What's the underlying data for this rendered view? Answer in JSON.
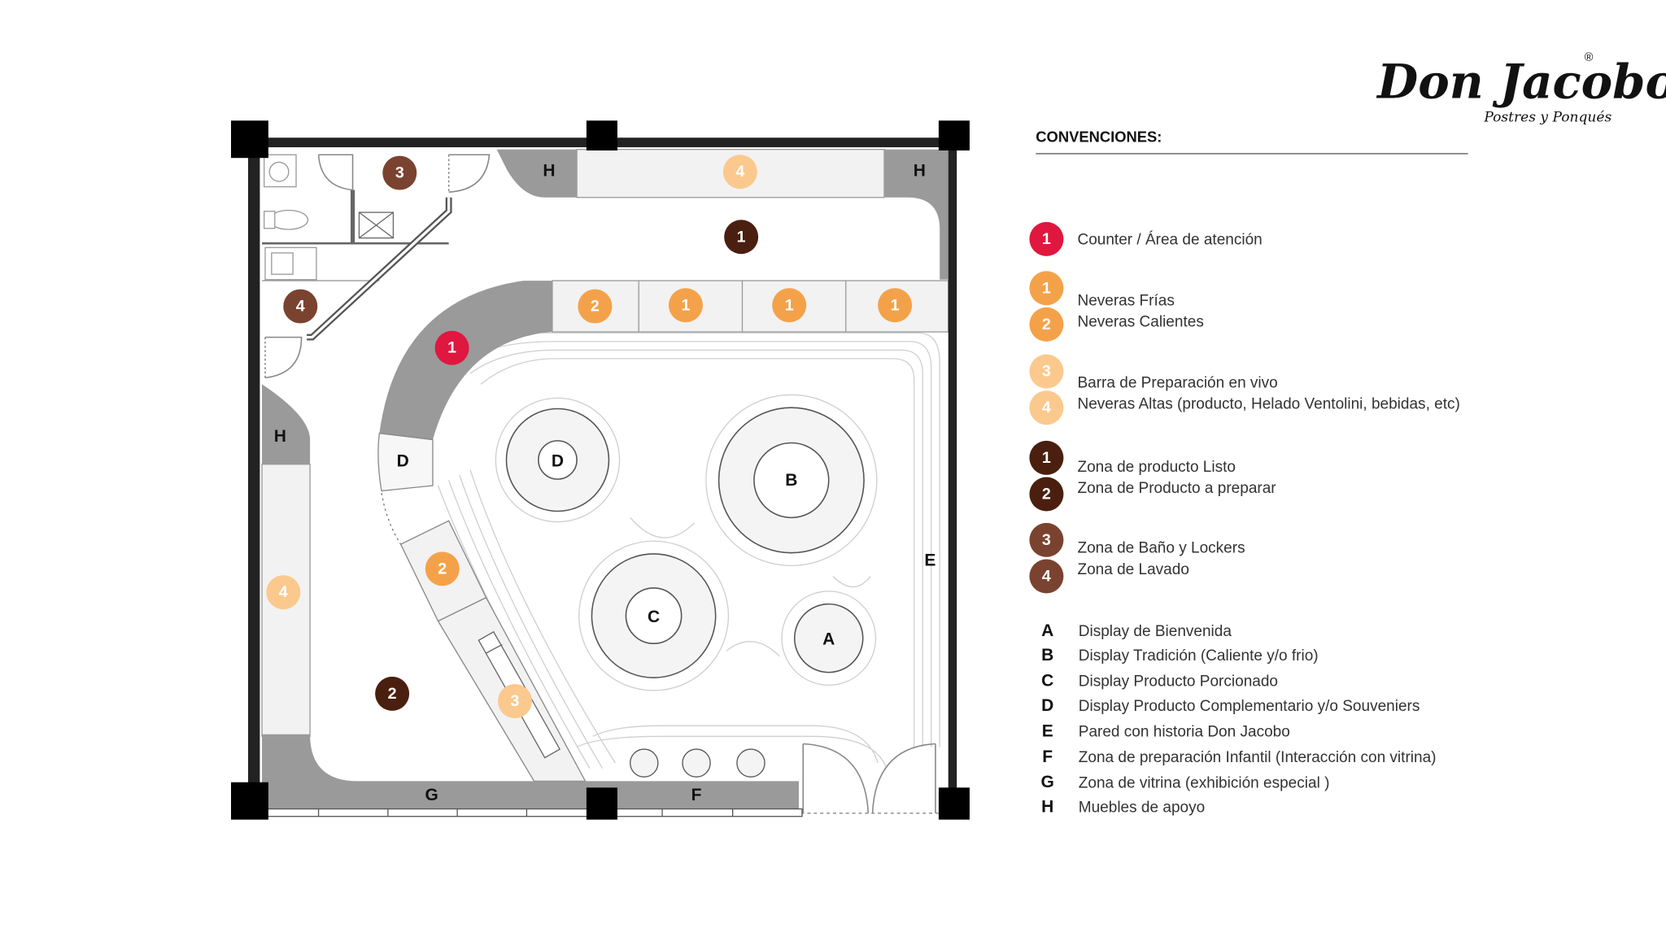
{
  "logo": {
    "brand": "Don Jacobo",
    "tagline": "Postres y Ponqués",
    "registered": "®"
  },
  "legend": {
    "title": "CONVENCIONES:",
    "numbered": [
      {
        "num": "1",
        "color": "#e0173f",
        "label": "Counter / Área de atención"
      },
      {
        "num": "1",
        "color": "#f4a24a",
        "label": "Neveras Frías"
      },
      {
        "num": "2",
        "color": "#f4a24a",
        "label": "Neveras Calientes"
      },
      {
        "num": "3",
        "color": "#fbc98e",
        "label": "Barra de Preparación en vivo"
      },
      {
        "num": "4",
        "color": "#fbc98e",
        "label": "Neveras Altas (producto, Helado Ventolini, bebidas, etc)"
      },
      {
        "num": "1",
        "color": "#4a1f0f",
        "label": "Zona de producto Listo"
      },
      {
        "num": "2",
        "color": "#4a1f0f",
        "label": "Zona de Producto a preparar"
      },
      {
        "num": "3",
        "color": "#7a4330",
        "label": "Zona de Baño y Lockers"
      },
      {
        "num": "4",
        "color": "#7a4330",
        "label": "Zona de Lavado"
      }
    ],
    "lettered": [
      {
        "letter": "A",
        "label": "Display de Bienvenida"
      },
      {
        "letter": "B",
        "label": "Display Tradición (Caliente y/o frio)"
      },
      {
        "letter": "C",
        "label": "Display Producto Porcionado"
      },
      {
        "letter": "D",
        "label": "Display Producto Complementario y/o Souveniers"
      },
      {
        "letter": "E",
        "label": "Pared con historia Don Jacobo"
      },
      {
        "letter": "F",
        "label": "Zona de preparación Infantil (Interacción con vitrina)"
      },
      {
        "letter": "G",
        "label": "Zona de vitrina (exhibición especial )"
      },
      {
        "letter": "H",
        "label": "Muebles de apoyo"
      }
    ]
  },
  "plan": {
    "markers": {
      "red1": "1",
      "orange1": "1",
      "orange2": "2",
      "light3": "3",
      "light4": "4",
      "dark1": "1",
      "dark2": "2",
      "brown3": "3",
      "brown4": "4"
    },
    "letters": {
      "A": "A",
      "B": "B",
      "C": "C",
      "D": "D",
      "E": "E",
      "F": "F",
      "G": "G",
      "H": "H"
    }
  }
}
